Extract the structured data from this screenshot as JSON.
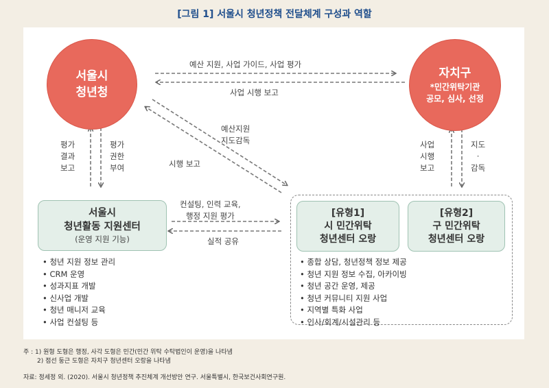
{
  "title": "[그림 1] 서울시 청년정책 전달체계 구성과 역할",
  "seoul": {
    "line1": "서울시",
    "line2": "청년청"
  },
  "district": {
    "title": "자치구",
    "sub1": "*민간위탁기관",
    "sub2": "공모, 심사, 선정"
  },
  "flows": {
    "to_district": "예산 지원, 사업 가이드, 사업 평가",
    "from_district": "사업 시행 보고",
    "seoul_down": [
      "평가",
      "권한",
      "부여"
    ],
    "seoul_up": [
      "평가",
      "결과",
      "보고"
    ],
    "diag_down": [
      "예산지원",
      "지도감독"
    ],
    "diag_up": "시행 보고",
    "district_down": [
      "지도",
      "·",
      "감독"
    ],
    "district_up": [
      "사업",
      "시행",
      "보고"
    ],
    "center_to_type": [
      "컨설팅, 인력 교육,",
      "행정 지원 평가"
    ],
    "type_to_center": "실적 공유"
  },
  "center": {
    "line1": "서울시",
    "line2": "청년활동 지원센터",
    "line3": "(운영 지원 기능)",
    "items": [
      "청년 지원 정보 관리",
      "CRM 운영",
      "성과지표 개발",
      "신사업 개발",
      "청년 매니저 교육",
      "사업 컨설팅 등"
    ]
  },
  "type1": {
    "line1": "[유형1]",
    "line2": "시 민간위탁",
    "line3": "청년센터 오랑"
  },
  "type2": {
    "line1": "[유형2]",
    "line2": "구 민간위탁",
    "line3": "청년센터 오랑"
  },
  "type_items": [
    "종합 상담, 청년정책 정보 제공",
    "청년 지원 정보 수집, 아카이빙",
    "청년 공간 운영, 제공",
    "청년 커뮤니티 지원 사업",
    "지역별 특화 사업",
    "인사/회계/시설관리 등"
  ],
  "notes": {
    "prefix": "주 : ",
    "n1": "1) 원형 도형은 행정, 사각 도형은 민간(민간 위탁 수탁법인이 운영)을 나타냄",
    "n2": "2) 점선 둥근 도형은 자치구 청년센터 오랑을 나타냄"
  },
  "source": "자료: 정세정 외. (2020). 서울시 청년정책 추진체계 개선방안 연구. 서울특별시, 한국보건사회연구원.",
  "colors": {
    "circle": "#e8695c",
    "box": "#e4efe9",
    "title": "#1f4e8c",
    "background": "#f3eee4"
  }
}
